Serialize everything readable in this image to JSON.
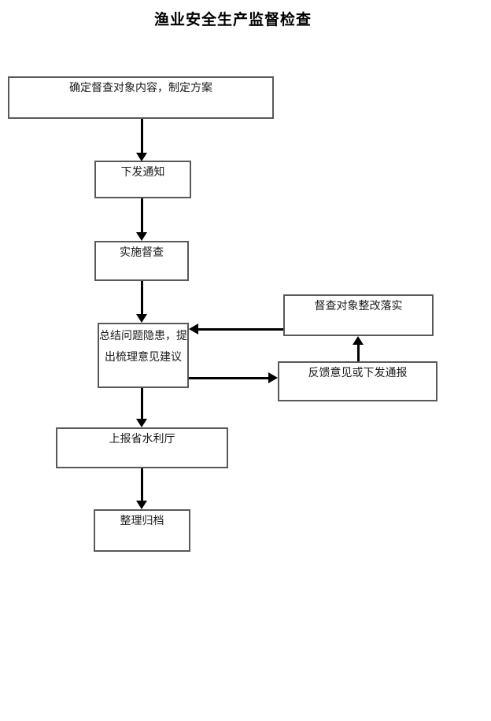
{
  "title": "渔业安全生产监督检查",
  "flowchart": {
    "nodes": {
      "define_plan": {
        "label": "确定督查对象内容，制定方案"
      },
      "issue_notice": {
        "label": "下发通知"
      },
      "implement": {
        "label": "实施督查"
      },
      "summarize": {
        "lines": [
          "总结问题隐患，提",
          "出梳理意见建议"
        ]
      },
      "report": {
        "label": "上报省水利厅"
      },
      "archive": {
        "label": "整理归档"
      },
      "rectify": {
        "label": "督查对象整改落实"
      },
      "feedback": {
        "label": "反馈意见或下发通报"
      }
    },
    "edges": [
      "define_plan -> issue_notice",
      "issue_notice -> implement",
      "implement -> summarize",
      "summarize -> feedback",
      "feedback -> rectify",
      "rectify -> summarize",
      "summarize -> report",
      "report -> archive"
    ]
  },
  "colors": {
    "background": "#ffffff",
    "box_border": "#595959",
    "box_fill": "#ffffff",
    "arrow": "#000000",
    "text": "#1a1a1a",
    "title_text": "#000000"
  }
}
